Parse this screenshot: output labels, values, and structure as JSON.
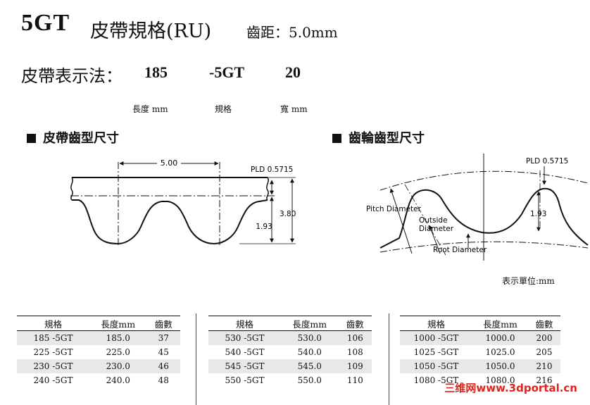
{
  "header": {
    "code": "5GT",
    "title": "皮帶規格(RU)",
    "pitch": "齒距：5.0mm"
  },
  "notation": {
    "label": "皮帶表示法：",
    "length_value": "185",
    "spec_value": "-5GT",
    "width_value": "20",
    "length_caption": "長度 mm",
    "spec_caption": "規格",
    "width_caption": "寬 mm"
  },
  "belt_section": {
    "heading": "皮帶齒型尺寸",
    "dim_pitch": "5.00",
    "dim_pld": "PLD 0.5715",
    "dim_height": "3.80",
    "dim_tooth": "1.93"
  },
  "pulley_section": {
    "heading": "齒輪齒型尺寸",
    "dim_pld": "PLD 0.5715",
    "dim_tooth": "1.93",
    "label_pitch_diameter": "Pitch Diameter",
    "label_outside_diameter_1": "Outside",
    "label_outside_diameter_2": "Diameter",
    "label_root_diameter": "Root Diameter"
  },
  "unit_note": "表示單位:mm",
  "tables": [
    {
      "headers": [
        "規格",
        "長度mm",
        "齒數"
      ],
      "rows": [
        [
          "185 -5GT",
          "185.0",
          "37"
        ],
        [
          "225 -5GT",
          "225.0",
          "45"
        ],
        [
          "230 -5GT",
          "230.0",
          "46"
        ],
        [
          "240 -5GT",
          "240.0",
          "48"
        ]
      ]
    },
    {
      "headers": [
        "規格",
        "長度mm",
        "齒數"
      ],
      "rows": [
        [
          "530 -5GT",
          "530.0",
          "106"
        ],
        [
          "540 -5GT",
          "540.0",
          "108"
        ],
        [
          "545 -5GT",
          "545.0",
          "109"
        ],
        [
          "550 -5GT",
          "550.0",
          "110"
        ]
      ]
    },
    {
      "headers": [
        "規格",
        "長度mm",
        "齒數"
      ],
      "rows": [
        [
          "1000 -5GT",
          "1000.0",
          "200"
        ],
        [
          "1025 -5GT",
          "1025.0",
          "205"
        ],
        [
          "1050 -5GT",
          "1050.0",
          "210"
        ],
        [
          "1080 -5GT",
          "1080.0",
          "216"
        ]
      ]
    }
  ],
  "watermark": "三维网www.3dportal.cn"
}
